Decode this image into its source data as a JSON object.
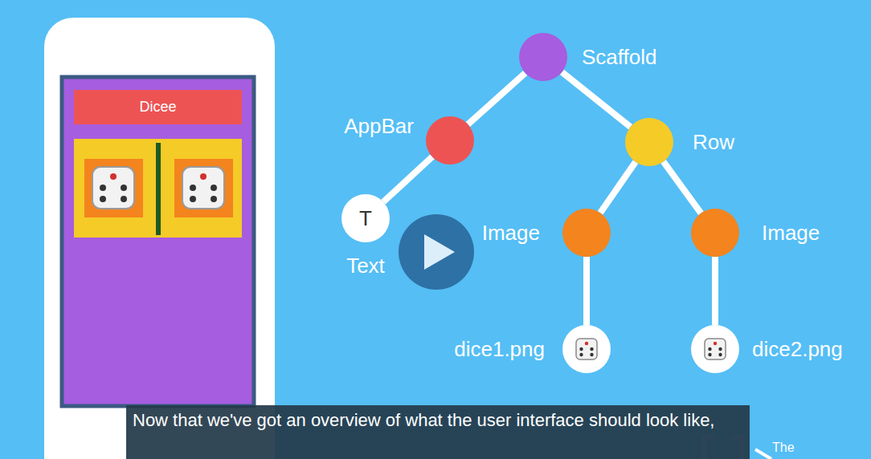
{
  "diagram": {
    "caption": "Now that we've got an overview of what the user interface should look like,",
    "nodes": [
      {
        "text": [
          "Dicee"
        ]
      },
      {
        "text": [
          "Scaffold"
        ]
      },
      {
        "text": [
          "AppBar"
        ]
      },
      {
        "text": [
          "Row"
        ]
      },
      {
        "text": [
          "T",
          "Text"
        ]
      },
      {
        "text": [
          "Image"
        ]
      },
      {
        "text": [
          "Image"
        ]
      },
      {
        "text": [
          "dice1.png"
        ]
      },
      {
        "text": [
          "dice2.png"
        ]
      }
    ],
    "edges": [
      {
        "from": 1,
        "to": 2,
        "arrow": "none"
      },
      {
        "from": 1,
        "to": 3,
        "arrow": "none"
      },
      {
        "from": 2,
        "to": 4,
        "arrow": "none"
      },
      {
        "from": 3,
        "to": 5,
        "arrow": "none"
      },
      {
        "from": 3,
        "to": 6,
        "arrow": "none"
      },
      {
        "from": 5,
        "to": 7,
        "arrow": "none"
      },
      {
        "from": 6,
        "to": 8,
        "arrow": "none"
      }
    ],
    "labels": [
      "The"
    ]
  }
}
